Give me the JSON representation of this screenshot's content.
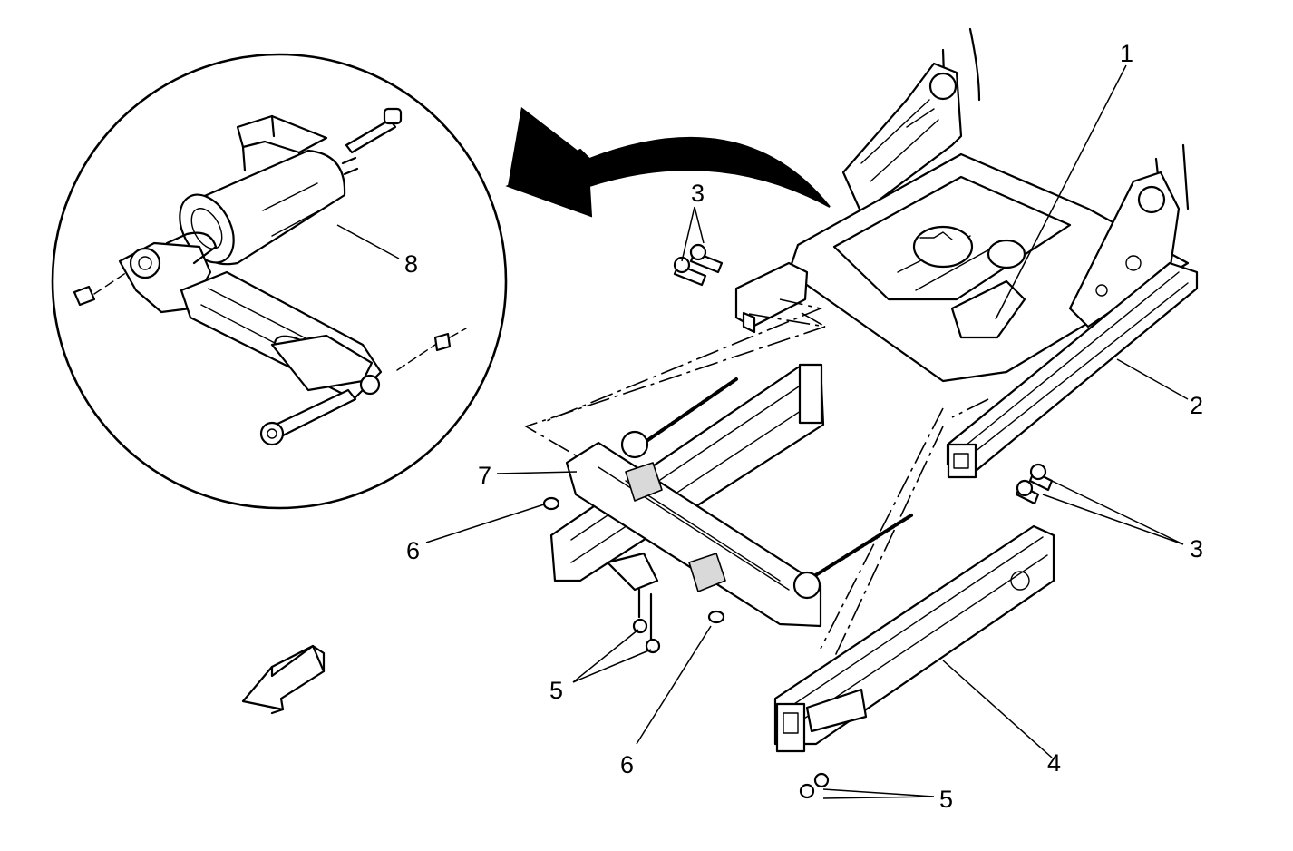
{
  "diagram": {
    "callouts": [
      {
        "id": "c1",
        "label": "1"
      },
      {
        "id": "c2",
        "label": "2"
      },
      {
        "id": "c3a",
        "label": "3"
      },
      {
        "id": "c3b",
        "label": "3"
      },
      {
        "id": "c4",
        "label": "4"
      },
      {
        "id": "c5a",
        "label": "5"
      },
      {
        "id": "c5b",
        "label": "5"
      },
      {
        "id": "c6a",
        "label": "6"
      },
      {
        "id": "c6b",
        "label": "6"
      },
      {
        "id": "c7",
        "label": "7"
      },
      {
        "id": "c8",
        "label": "8"
      }
    ],
    "icons": {
      "detail_view": "magnified-detail-circle",
      "direction": "curved-arrow-icon",
      "forward": "forward-arrow-icon"
    },
    "colors": {
      "ink": "#000000",
      "paper": "#ffffff",
      "shade": "#d9d9d9"
    }
  }
}
